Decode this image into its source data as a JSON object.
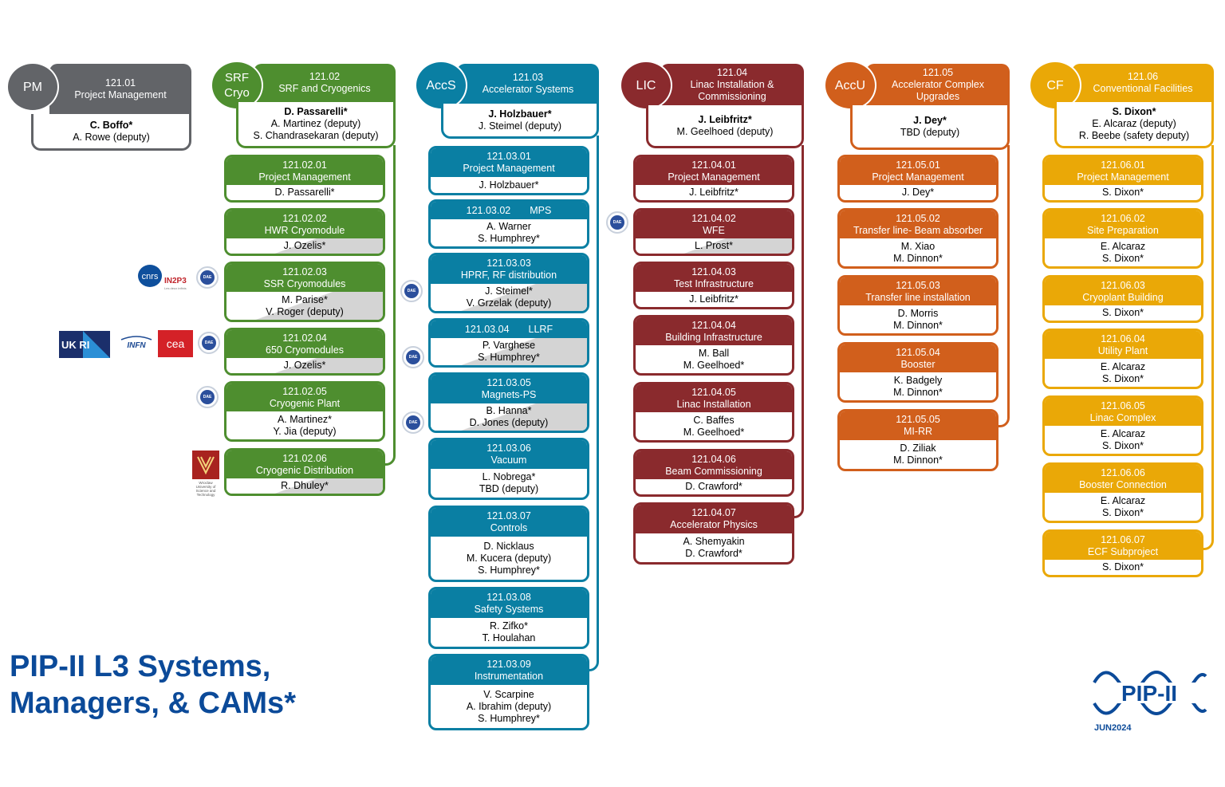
{
  "title_lines": [
    "PIP-II L3 Systems,",
    "Managers, & CAMs*"
  ],
  "logo": {
    "name": "PIP-II",
    "date": "JUN2024"
  },
  "colors": {
    "pm": "#626468",
    "srf": "#4e8e2f",
    "accs": "#0a7fa3",
    "lic": "#8a2a2d",
    "accu": "#d15f1c",
    "cf": "#eaa807",
    "title": "#0b4a99"
  },
  "partner_logos": {
    "cnrs": "cnrs",
    "in2p3": "IN2P3",
    "in2p3_sub": "Les deux infinis",
    "ukri": "UK RI",
    "infn": "INFN",
    "cea": "cea",
    "wroclaw": "Wroclaw University of Science and Technology",
    "dae": "DAE"
  },
  "columns": [
    {
      "key": "pm",
      "abbr": "PM",
      "num": "121.01",
      "name": "Project Management",
      "managers": [
        "C. Boffo*",
        "A. Rowe (deputy)"
      ],
      "items": []
    },
    {
      "key": "srf",
      "abbr": "SRF Cryo",
      "num": "121.02",
      "name": "SRF and Cryogenics",
      "managers": [
        "D. Passarelli*",
        "A. Martinez (deputy)",
        "S. Chandrasekaran (deputy)"
      ],
      "items": [
        {
          "num": "121.02.01",
          "name": "Project Management",
          "people": [
            "D. Passarelli*"
          ]
        },
        {
          "num": "121.02.02",
          "name": "HWR Cryomodule",
          "people": [
            "J. Ozelis*"
          ]
        },
        {
          "num": "121.02.03",
          "name": "SSR Cryomodules",
          "people": [
            "M. Parise*",
            "V. Roger (deputy)"
          ]
        },
        {
          "num": "121.02.04",
          "name": "650 Cryomodules",
          "people": [
            "J. Ozelis*"
          ]
        },
        {
          "num": "121.02.05",
          "name": "Cryogenic Plant",
          "people": [
            "A. Martinez*",
            "Y. Jia (deputy)"
          ]
        },
        {
          "num": "121.02.06",
          "name": "Cryogenic Distribution",
          "people": [
            "R. Dhuley*"
          ]
        }
      ]
    },
    {
      "key": "accs",
      "abbr": "AccS",
      "num": "121.03",
      "name": "Accelerator Systems",
      "managers": [
        "J. Holzbauer*",
        "J. Steimel (deputy)"
      ],
      "items": [
        {
          "num": "121.03.01",
          "name": "Project Management",
          "people": [
            "J. Holzbauer*"
          ]
        },
        {
          "num": "121.03.02",
          "name": "MPS",
          "people": [
            "A. Warner",
            "S. Humphrey*"
          ]
        },
        {
          "num": "121.03.03",
          "name": "HPRF, RF distribution",
          "people": [
            "J. Steimel*",
            "V. Grzelak (deputy)"
          ]
        },
        {
          "num": "121.03.04",
          "name": "LLRF",
          "people": [
            "P. Varghese",
            "S. Humphrey*"
          ]
        },
        {
          "num": "121.03.05",
          "name": "Magnets-PS",
          "people": [
            "B. Hanna*",
            "D. Jones (deputy)"
          ]
        },
        {
          "num": "121.03.06",
          "name": "Vacuum",
          "people": [
            "L. Nobrega*",
            "TBD (deputy)"
          ]
        },
        {
          "num": "121.03.07",
          "name": "Controls",
          "people": [
            "D. Nicklaus",
            "M. Kucera (deputy)",
            "S. Humphrey*"
          ]
        },
        {
          "num": "121.03.08",
          "name": "Safety Systems",
          "people": [
            "R. Zifko*",
            "T. Houlahan"
          ]
        },
        {
          "num": "121.03.09",
          "name": "Instrumentation",
          "people": [
            "V. Scarpine",
            "A. Ibrahim (deputy)",
            "S. Humphrey*"
          ]
        }
      ]
    },
    {
      "key": "lic",
      "abbr": "LIC",
      "num": "121.04",
      "name": "Linac Installation & Commissioning",
      "managers": [
        "J. Leibfritz*",
        "M. Geelhoed (deputy)"
      ],
      "items": [
        {
          "num": "121.04.01",
          "name": "Project Management",
          "people": [
            "J. Leibfritz*"
          ]
        },
        {
          "num": "121.04.02",
          "name": "WFE",
          "people": [
            "L. Prost*"
          ]
        },
        {
          "num": "121.04.03",
          "name": "Test Infrastructure",
          "people": [
            "J. Leibfritz*"
          ]
        },
        {
          "num": "121.04.04",
          "name": "Building Infrastructure",
          "people": [
            "M. Ball",
            "M. Geelhoed*"
          ]
        },
        {
          "num": "121.04.05",
          "name": "Linac Installation",
          "people": [
            "C. Baffes",
            "M. Geelhoed*"
          ]
        },
        {
          "num": "121.04.06",
          "name": "Beam Commissioning",
          "people": [
            "D. Crawford*"
          ]
        },
        {
          "num": "121.04.07",
          "name": "Accelerator Physics",
          "people": [
            "A. Shemyakin",
            "D. Crawford*"
          ]
        }
      ]
    },
    {
      "key": "accu",
      "abbr": "AccU",
      "num": "121.05",
      "name": "Accelerator Complex Upgrades",
      "managers": [
        "J. Dey*",
        "TBD (deputy)"
      ],
      "items": [
        {
          "num": "121.05.01",
          "name": "Project Management",
          "people": [
            "J. Dey*"
          ]
        },
        {
          "num": "121.05.02",
          "name": "Transfer line- Beam absorber",
          "people": [
            "M. Xiao",
            "M. Dinnon*"
          ]
        },
        {
          "num": "121.05.03",
          "name": "Transfer line installation",
          "people": [
            "D. Morris",
            "M. Dinnon*"
          ]
        },
        {
          "num": "121.05.04",
          "name": "Booster",
          "people": [
            "K. Badgely",
            "M. Dinnon*"
          ]
        },
        {
          "num": "121.05.05",
          "name": "MI-RR",
          "people": [
            "D. Ziliak",
            "M. Dinnon*"
          ]
        }
      ]
    },
    {
      "key": "cf",
      "abbr": "CF",
      "num": "121.06",
      "name": "Conventional Facilities",
      "managers": [
        "S. Dixon*",
        "E. Alcaraz (deputy)",
        "R. Beebe (safety deputy)"
      ],
      "items": [
        {
          "num": "121.06.01",
          "name": "Project Management",
          "people": [
            "S. Dixon*"
          ]
        },
        {
          "num": "121.06.02",
          "name": "Site Preparation",
          "people": [
            "E. Alcaraz",
            "S. Dixon*"
          ]
        },
        {
          "num": "121.06.03",
          "name": "Cryoplant Building",
          "people": [
            "S. Dixon*"
          ]
        },
        {
          "num": "121.06.04",
          "name": "Utility Plant",
          "people": [
            "E. Alcaraz",
            "S. Dixon*"
          ]
        },
        {
          "num": "121.06.05",
          "name": "Linac Complex",
          "people": [
            "E. Alcaraz",
            "S. Dixon*"
          ]
        },
        {
          "num": "121.06.06",
          "name": "Booster Connection",
          "people": [
            "E. Alcaraz",
            "S. Dixon*"
          ]
        },
        {
          "num": "121.06.07",
          "name": "ECF Subproject",
          "people": [
            "S. Dixon*"
          ]
        }
      ]
    }
  ]
}
